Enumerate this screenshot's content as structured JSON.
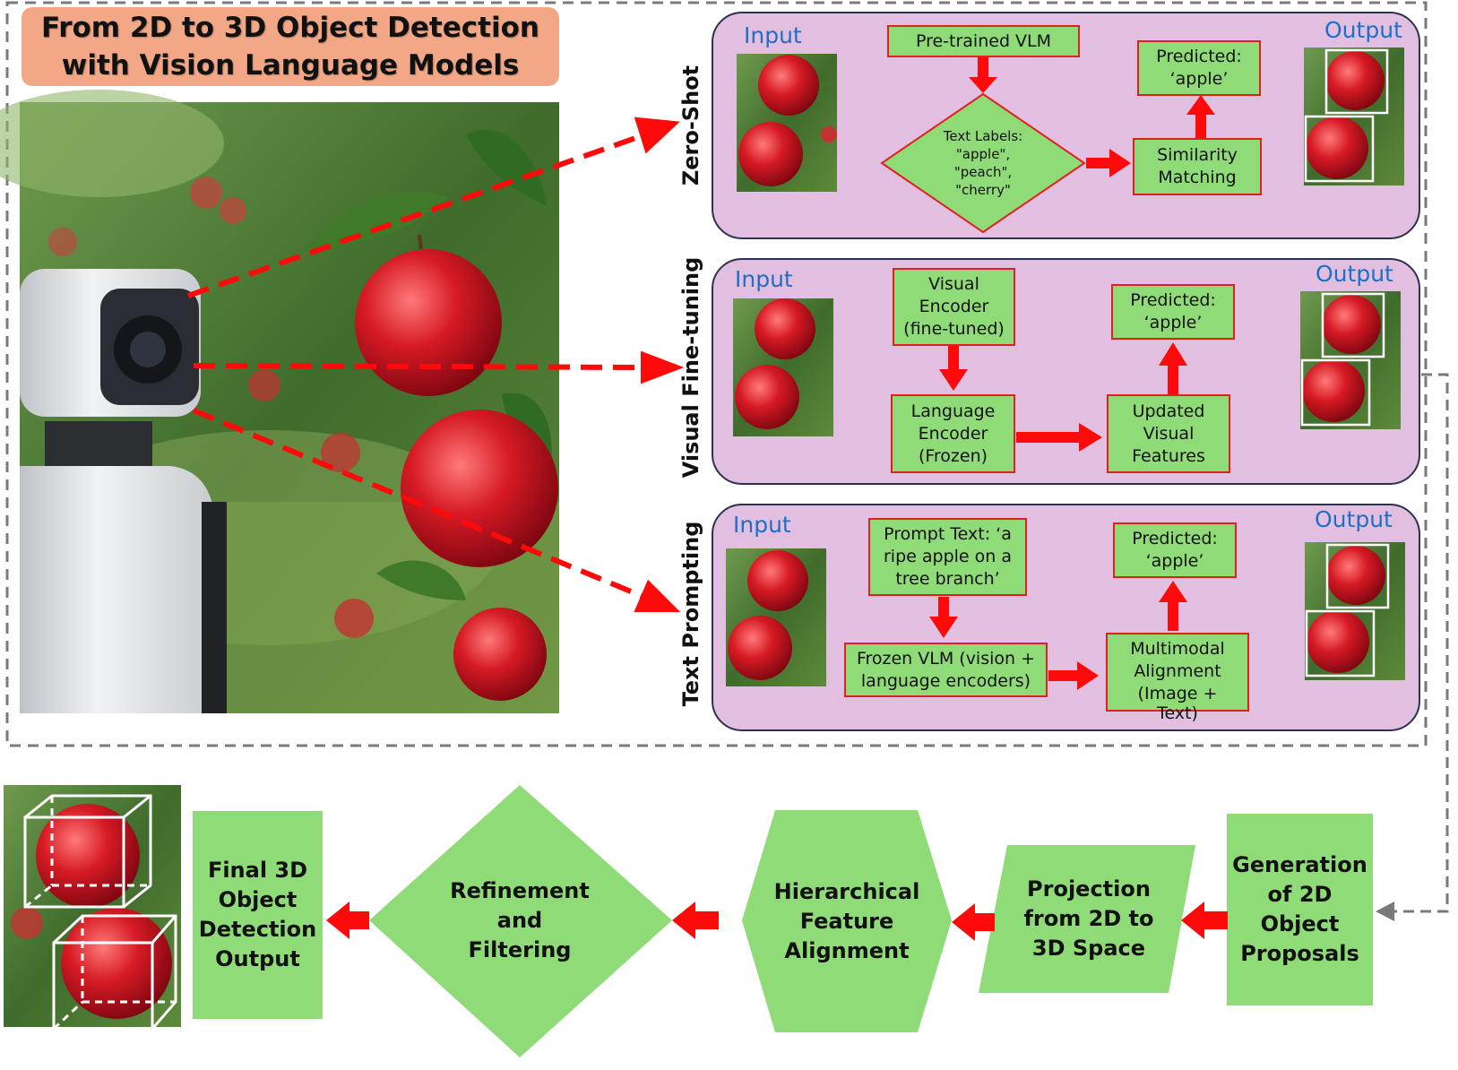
{
  "title": {
    "line1": "From 2D to 3D Object Detection",
    "line2": "with Vision Language Models"
  },
  "colors": {
    "title_bg": "#f2a886",
    "panel_bg": "#e2bfe0",
    "panel_border": "#2b3150",
    "box_fill": "#8fdb78",
    "box_border": "#e02020",
    "arrow": "#ff0a0a",
    "io_label": "#1f6fc4",
    "dashed_border": "#7a7a7a"
  },
  "panels": [
    {
      "label": "Zero-Shot",
      "input": "Input",
      "output": "Output",
      "boxes": {
        "vlm": "Pre-trained VLM",
        "labels": [
          "Text Labels:",
          "\"apple\",",
          "\"peach\",",
          "\"cherry\""
        ],
        "matching": [
          "Similarity",
          "Matching"
        ],
        "predicted": [
          "Predicted:",
          "‘apple’"
        ]
      }
    },
    {
      "label": "Visual Fine-tuning",
      "input": "Input",
      "output": "Output",
      "boxes": {
        "visual": [
          "Visual",
          "Encoder",
          "(fine-tuned)"
        ],
        "language": [
          "Language",
          "Encoder",
          "(Frozen)"
        ],
        "updated": [
          "Updated",
          "Visual",
          "Features"
        ],
        "predicted": [
          "Predicted:",
          "‘apple’"
        ]
      }
    },
    {
      "label": "Text Prompting",
      "input": "Input",
      "output": "Output",
      "boxes": {
        "prompt": [
          "Prompt Text: ‘a",
          "ripe apple on a",
          "tree branch’"
        ],
        "frozen": [
          "Frozen VLM (vision +",
          "language encoders)"
        ],
        "multimodal": [
          "Multimodal",
          "Alignment",
          "(Image +",
          "Text)"
        ],
        "predicted": [
          "Predicted:",
          "‘apple’"
        ]
      }
    }
  ],
  "pipeline": {
    "generation": [
      "Generation",
      "of 2D",
      "Object",
      "Proposals"
    ],
    "projection": [
      "Projection",
      "from 2D to",
      "3D Space"
    ],
    "hierarchical": [
      "Hierarchical",
      "Feature",
      "Alignment"
    ],
    "refinement": [
      "Refinement",
      "and",
      "Filtering"
    ],
    "final": [
      "Final 3D",
      "Object",
      "Detection",
      "Output"
    ]
  }
}
